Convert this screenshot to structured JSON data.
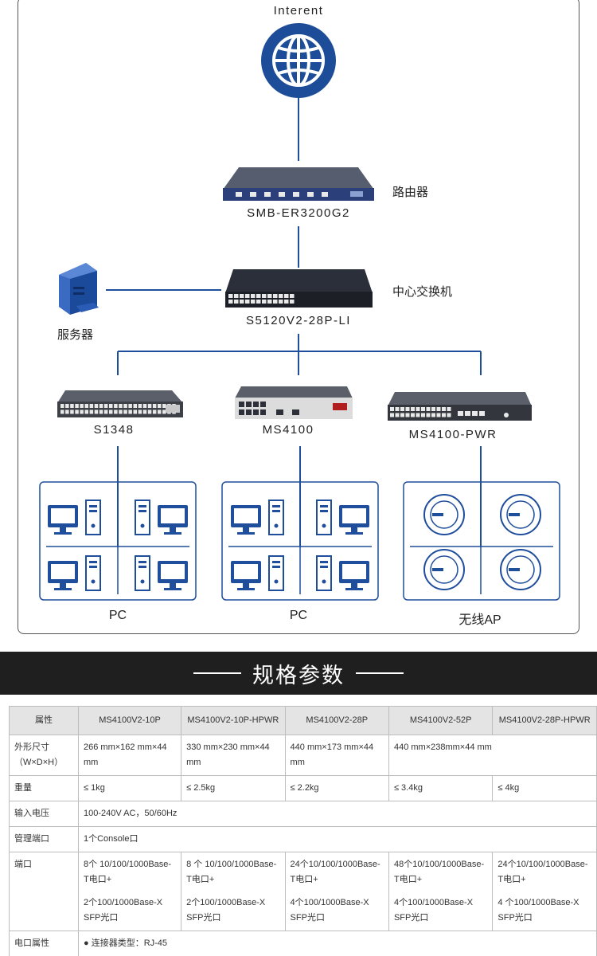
{
  "topology": {
    "internet_label": "Interent",
    "router": {
      "model": "SMB-ER3200G2",
      "role": "路由器"
    },
    "core_switch": {
      "model": "S5120V2-28P-LI",
      "role": "中心交换机"
    },
    "server": {
      "role": "服务器"
    },
    "access_switches": [
      {
        "model": "S1348",
        "group_label": "PC"
      },
      {
        "model": "MS4100",
        "group_label": "PC"
      },
      {
        "model": "MS4100-PWR",
        "group_label": "无线AP"
      }
    ],
    "colors": {
      "line": "#1f4e9c",
      "device_dark": "#2b2f3a",
      "port": "#e9e9e9"
    }
  },
  "spec_section": {
    "title": "规格参数"
  },
  "spec_table": {
    "headers": [
      "属性",
      "MS4100V2-10P",
      "MS4100V2-10P-HPWR",
      "MS4100V2-28P",
      "MS4100V2-52P",
      "MS4100V2-28P-HPWR"
    ],
    "rows": {
      "dimensions": {
        "label": "外形尺寸（W×D×H）",
        "values": [
          "266 mm×162 mm×44 mm",
          "330  mm×230  mm×44 mm",
          "440 mm×173 mm×44 mm",
          "440 mm×238mm×44 mm"
        ]
      },
      "weight": {
        "label": "重量",
        "values": [
          "≤ 1kg",
          "≤ 2.5kg",
          "≤ 2.2kg",
          "≤ 3.4kg",
          "≤ 4kg"
        ]
      },
      "input_voltage": {
        "label": "输入电压",
        "value": "100-240V AC，50/60Hz"
      },
      "management_port": {
        "label": "管理端口",
        "value": "1个Console口"
      },
      "ports": {
        "label": "端口",
        "values": [
          {
            "line1": "8个 10/100/1000Base-T电口+",
            "line2": "2个100/1000Base-X SFP光口"
          },
          {
            "line1": "8 个 10/100/1000Base-T电口+",
            "line2": "2个100/1000Base-X SFP光口"
          },
          {
            "line1": "24个10/100/1000Base-T电口+",
            "line2": "4个100/1000Base-X SFP光口"
          },
          {
            "line1": "48个10/100/1000Base-T电口+",
            "line2": "4个100/1000Base-X SFP光口"
          },
          {
            "line1": "24个10/100/1000Base-T电口+",
            "line2": "4 个100/1000Base-X SFP光口"
          }
        ]
      },
      "electrical_port": {
        "label": "电口属性",
        "value": "● 连接器类型：RJ-45"
      }
    }
  }
}
